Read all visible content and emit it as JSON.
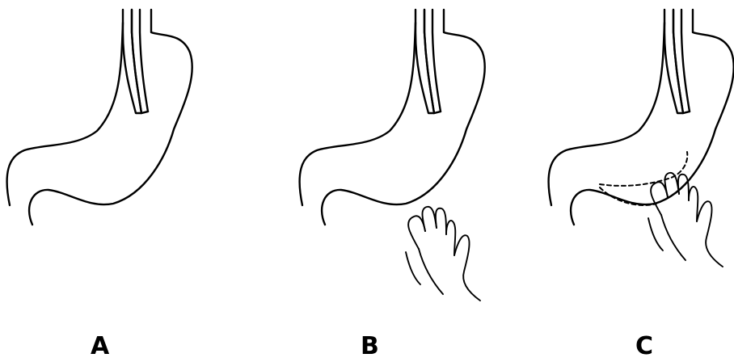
{
  "panels": [
    {
      "label": "A",
      "shows_hand": false,
      "shows_dashed_outline": false
    },
    {
      "label": "B",
      "shows_hand": true,
      "shows_dashed_outline": false
    },
    {
      "label": "C",
      "shows_hand": true,
      "shows_dashed_outline": true
    }
  ],
  "colors": {
    "ink": "#000000",
    "paper": "#ffffff"
  }
}
